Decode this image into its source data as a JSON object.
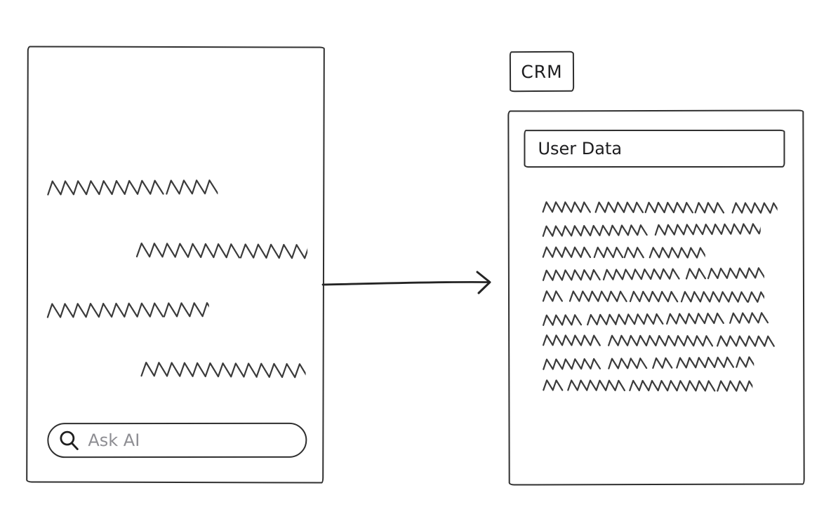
{
  "style": {
    "background": "#ffffff",
    "box_stroke": "#2f2f2f",
    "scribble_stroke": "#3a3a3a",
    "text_color": "#1d1d1f",
    "placeholder_color": "#8e8e93"
  },
  "chat_panel": {
    "messages": [
      {
        "side": "left",
        "words": [
          153,
          71
        ]
      },
      {
        "side": "right",
        "words": [
          132,
          93
        ]
      },
      {
        "side": "left",
        "words": [
          150,
          62
        ]
      },
      {
        "side": "right",
        "words": [
          148,
          68
        ]
      }
    ],
    "input": {
      "placeholder": "Ask AI",
      "icon": "search-icon"
    }
  },
  "arrow": {
    "direction": "right"
  },
  "crm": {
    "tag_label": "CRM",
    "header_label": "User Data",
    "content_lines": [
      {
        "words": [
          62,
          58,
          58,
          40,
          62
        ]
      },
      {
        "words": [
          147,
          148
        ]
      },
      {
        "words": [
          60,
          30,
          23,
          77
        ]
      },
      {
        "words": [
          73,
          105,
          18,
          78
        ]
      },
      {
        "words": [
          25,
          73,
          60,
          82,
          21
        ]
      },
      {
        "words": [
          50,
          27,
          60,
          77,
          53
        ]
      },
      {
        "words": [
          80,
          142,
          80
        ]
      },
      {
        "words": [
          80,
          50,
          21,
          72,
          23
        ]
      },
      {
        "words": [
          22,
          75,
          112,
          48
        ]
      }
    ]
  }
}
